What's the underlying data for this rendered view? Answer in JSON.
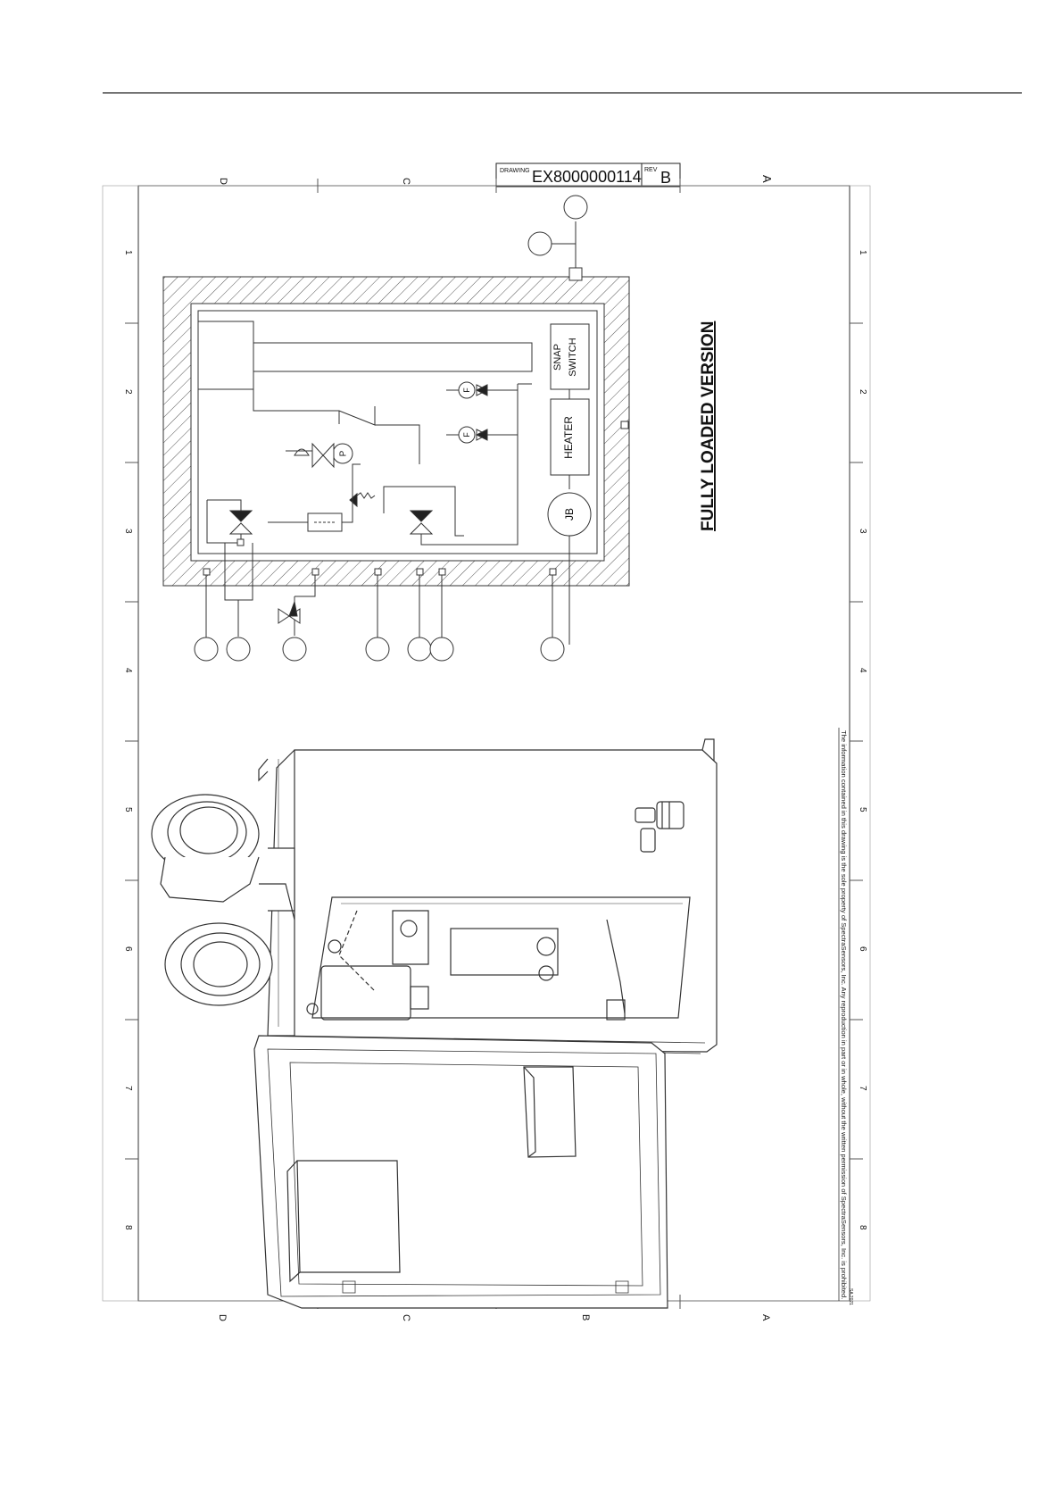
{
  "drawing": {
    "drawing_label": "DRAWING",
    "drawing_number": "EX8000000114",
    "rev_label": "REV",
    "rev": "B",
    "title": "FULLY LOADED VERSION",
    "copyright": "The information contained in this drawing is the sole property of SpectraSensors, Inc. Any reproduction in part or in whole, without the written permission of SpectraSensors, Inc. is prohibited.",
    "footnote": "SA 2021"
  },
  "grid": {
    "rows": [
      "D",
      "C",
      "B",
      "A"
    ],
    "cols": [
      "1",
      "2",
      "3",
      "4",
      "5",
      "6",
      "7",
      "8"
    ]
  },
  "components": {
    "snap_switch_line1": "SNAP",
    "snap_switch_line2": "SWITCH",
    "heater": "HEATER",
    "junction_box": "JB",
    "flow_meter": "F",
    "pressure_gauge": "P"
  }
}
